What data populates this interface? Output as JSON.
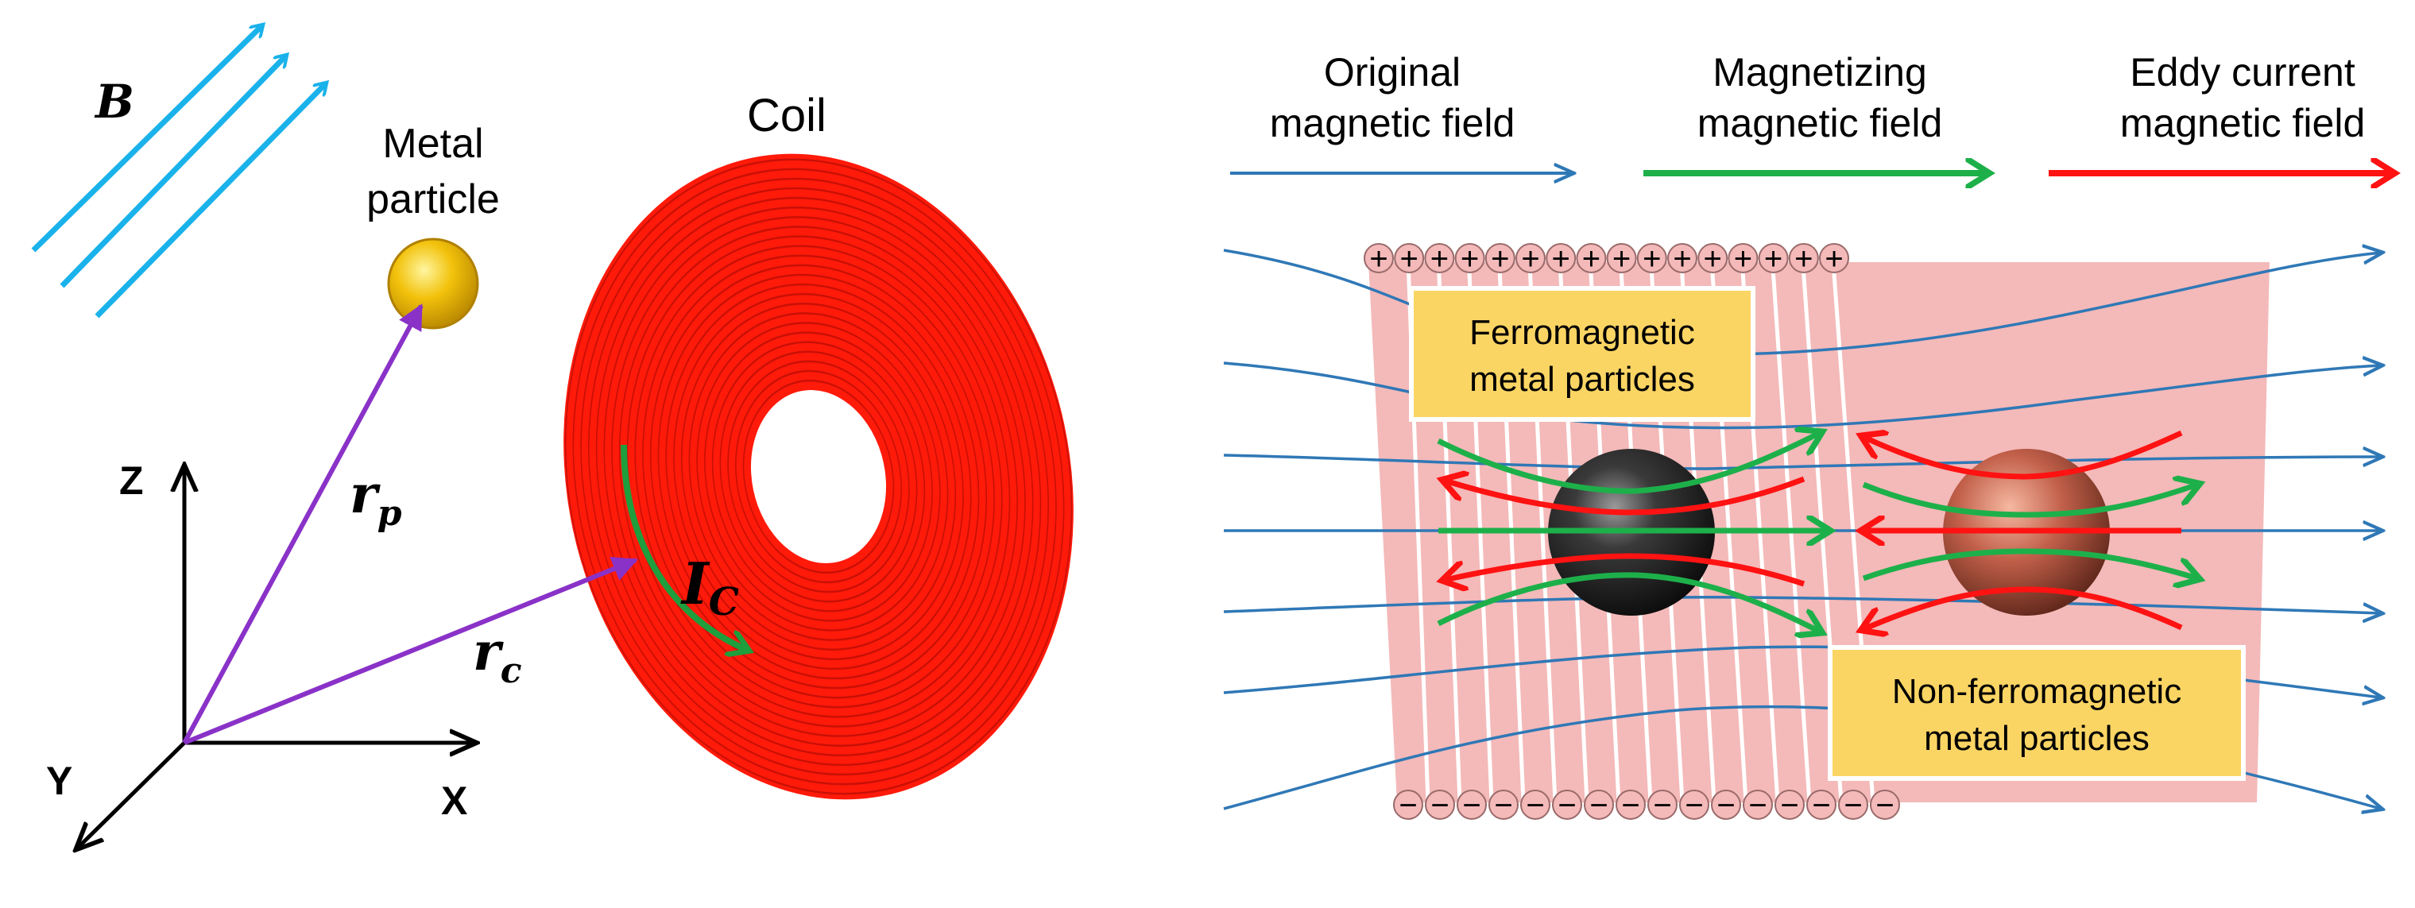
{
  "left_panel": {
    "field_label": "B",
    "particle_label_line1": "Metal",
    "particle_label_line2": "particle",
    "coil_label": "Coil",
    "current_label": "I",
    "current_subscript": "C",
    "position_particle_label": "r",
    "position_particle_subscript": "p",
    "position_coil_label": "r",
    "position_coil_subscript": "c",
    "axis_z": "Z",
    "axis_x": "X",
    "axis_y": "Y",
    "colors": {
      "field_arrows": "#1ab2ea",
      "coil": "#ff1a0a",
      "current_arrow": "#1e9e3c",
      "position_vectors": "#8a32c8",
      "particle": "#f2c20c"
    }
  },
  "right_panel": {
    "legend": [
      {
        "line1": "Original",
        "line2": "magnetic field",
        "color": "#2f78b6"
      },
      {
        "line1": "Magnetizing",
        "line2": "magnetic field",
        "color": "#1db04a"
      },
      {
        "line1": "Eddy current",
        "line2": "magnetic field",
        "color": "#ff1212"
      }
    ],
    "ferro_label_line1": "Ferromagnetic",
    "ferro_label_line2": "metal particles",
    "nonferro_label_line1": "Non-ferromagnetic",
    "nonferro_label_line2": "metal particles",
    "top_charge_symbol": "+",
    "bottom_charge_symbol": "−",
    "charge_count_top": 16,
    "charge_count_bottom": 16,
    "colors": {
      "coil_band": "#f4b9b9",
      "label_box": "#fbd564",
      "ferro_particle": "#2a2a2a",
      "nonferro_particle": "#c2604a"
    }
  }
}
